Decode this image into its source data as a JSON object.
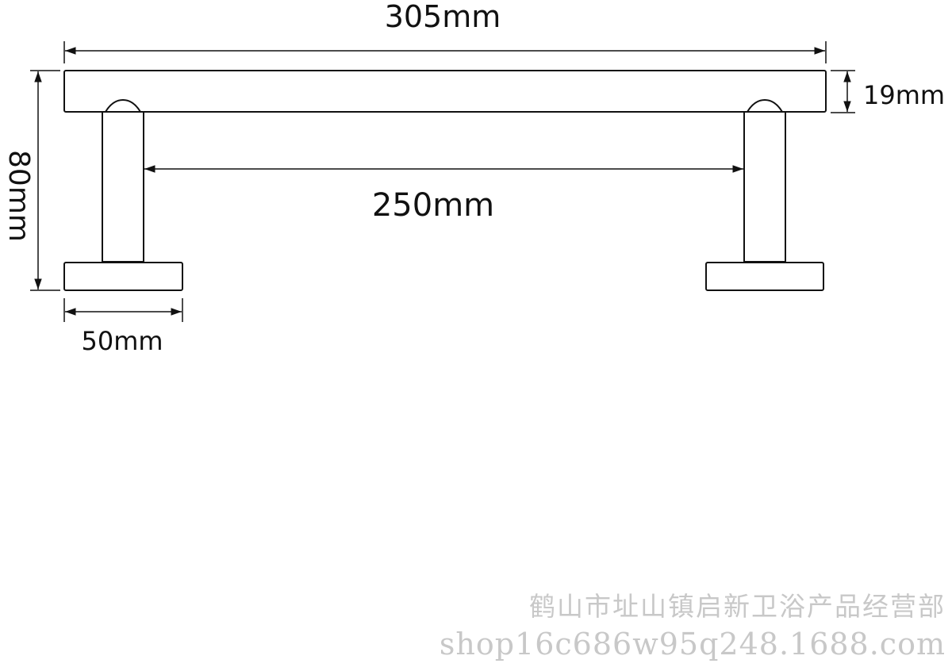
{
  "dimensions": {
    "overall_length": "305mm",
    "bar_thickness": "19mm",
    "height": "80mm",
    "center_distance": "250mm",
    "base_width": "50mm"
  },
  "watermark": {
    "shop_name": "鹤山市址山镇启新卫浴产品经营部",
    "url": "shop16c686w95q248.1688.com"
  },
  "colors": {
    "line": "#111111",
    "watermark": "#c8c8c8"
  }
}
